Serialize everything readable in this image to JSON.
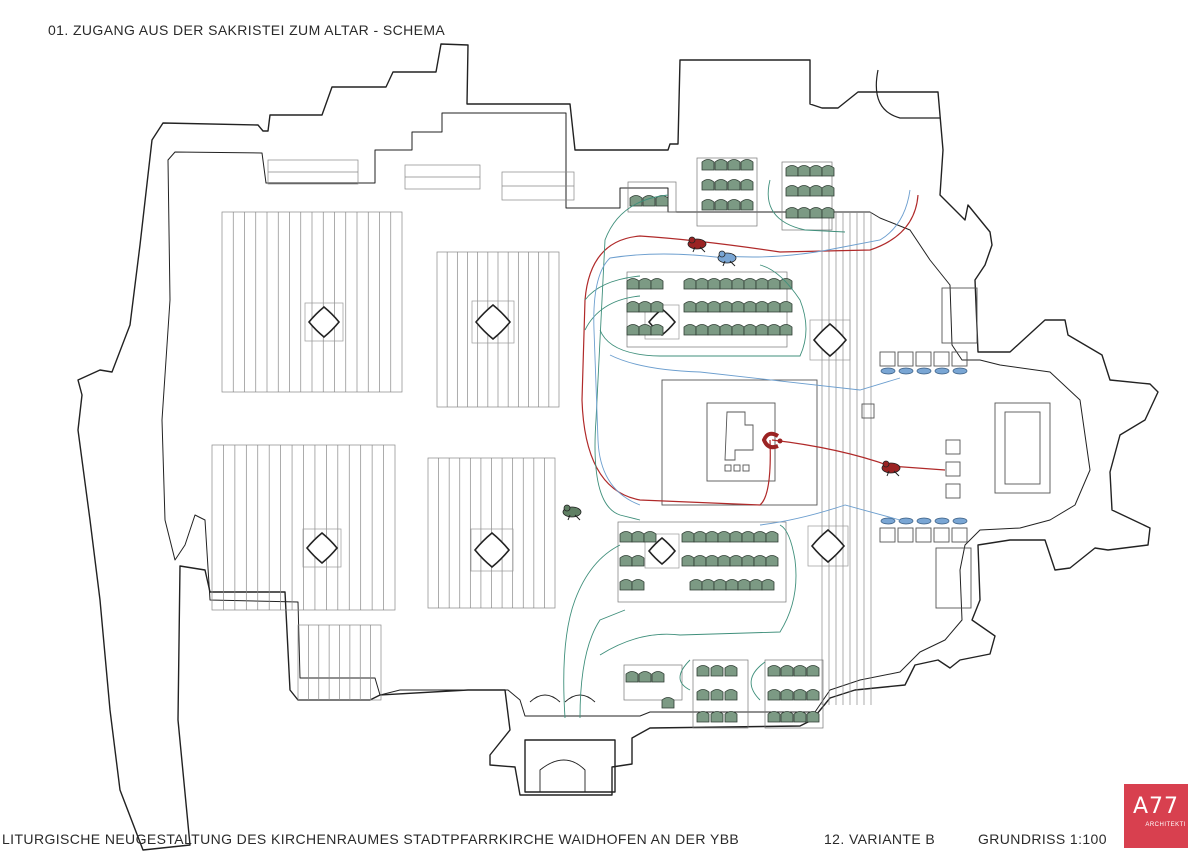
{
  "sheet": {
    "title_top": "01. ZUGANG AUS DER SAKRISTEI ZUM ALTAR - SCHEMA",
    "title_bottom": "LITURGISCHE NEUGESTALTUNG DES KIRCHENRAUMES STADTPFARRKIRCHE WAIDHOFEN AN DER YBB",
    "variant": "12. VARIANTE B",
    "scale": "GRUNDRISS 1:100"
  },
  "logo": {
    "mark": "A77",
    "subtitle": "ARCHITEKTI",
    "color": "#d8404f"
  },
  "colors": {
    "wall": "#222222",
    "pew_line": "#888888",
    "chair_fill": "#7c9a84",
    "route_red": "#b02a2a",
    "route_green": "#3f8f7b",
    "route_blue": "#6d9fcf",
    "figure_red": "#9b2323",
    "figure_blue": "#7aa6d4",
    "figure_green": "#5f7f63"
  }
}
